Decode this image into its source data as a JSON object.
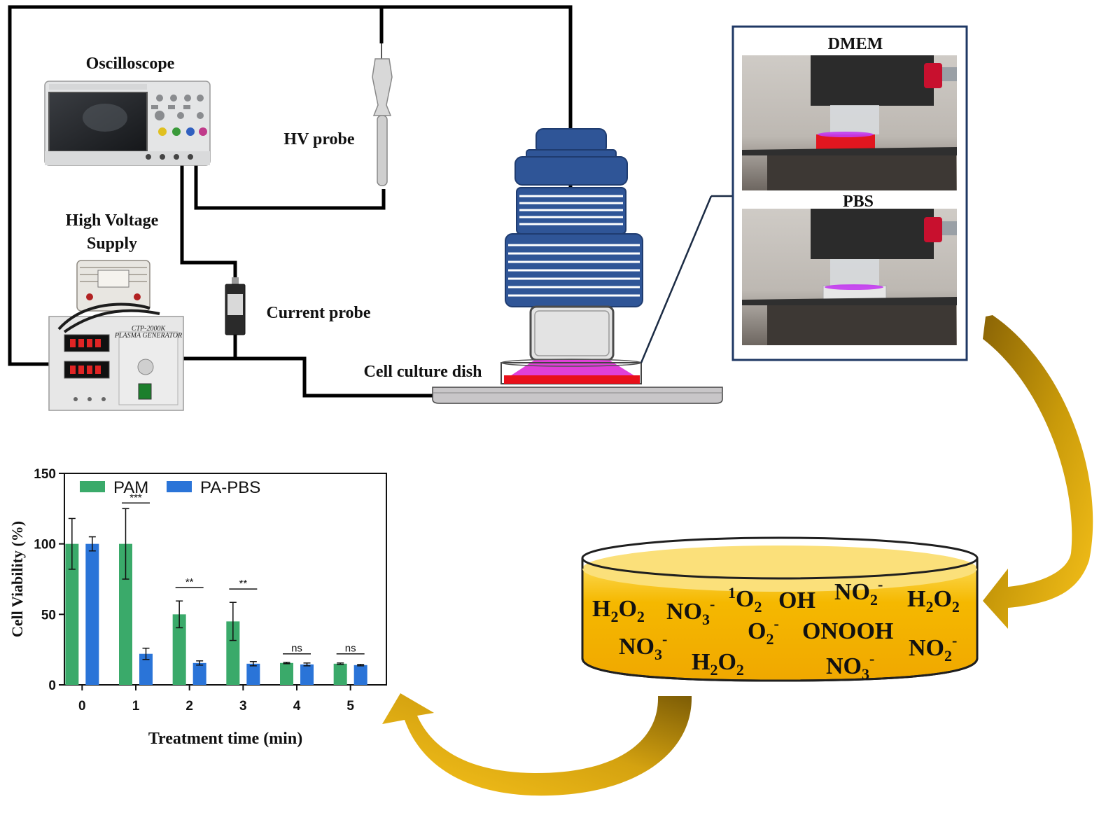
{
  "labels": {
    "oscilloscope": "Oscilloscope",
    "hv_probe": "HV probe",
    "hv_supply_line1": "High Voltage",
    "hv_supply_line2": "Supply",
    "current_probe": "Current probe",
    "cell_culture_dish": "Cell culture dish",
    "photo_top": "DMEM",
    "photo_bottom": "PBS",
    "generator_model": "CTP-2000K",
    "generator_name": "PLASMA GENERATOR"
  },
  "species": [
    {
      "base": "H",
      "sub1": "2",
      "mid": "O",
      "sub2": "2",
      "sup": ""
    },
    {
      "base": "NO",
      "sub1": "3",
      "mid": "",
      "sub2": "",
      "sup": "-"
    },
    {
      "pre": "1",
      "base": "O",
      "sub1": "2",
      "mid": "",
      "sub2": "",
      "sup": ""
    },
    {
      "base": "OH",
      "sub1": "",
      "mid": "",
      "sub2": "",
      "sup": ""
    },
    {
      "base": "NO",
      "sub1": "2",
      "mid": "",
      "sub2": "",
      "sup": "-"
    },
    {
      "base": "H",
      "sub1": "2",
      "mid": "O",
      "sub2": "2",
      "sup": ""
    },
    {
      "base": "NO",
      "sub1": "3",
      "mid": "",
      "sub2": "",
      "sup": "-"
    },
    {
      "base": "O",
      "sub1": "2",
      "mid": "",
      "sub2": "",
      "sup": "-"
    },
    {
      "base": "ONOOH",
      "sub1": "",
      "mid": "",
      "sub2": "",
      "sup": ""
    },
    {
      "base": "NO",
      "sub1": "2",
      "mid": "",
      "sub2": "",
      "sup": "-"
    },
    {
      "base": "H",
      "sub1": "2",
      "mid": "O",
      "sub2": "2",
      "sup": ""
    },
    {
      "base": "NO",
      "sub1": "3",
      "mid": "",
      "sub2": "",
      "sup": "-"
    }
  ],
  "colors": {
    "pam": "#3aaa6a",
    "papbs": "#2a74d8",
    "nozzle": "#2f5597",
    "liquid": "#f5b800",
    "arrow": "#f2b90f",
    "arrow_dark": "#7a5a05",
    "plasma": "#e040d8",
    "medium": "#e8101a"
  },
  "chart_data": {
    "type": "bar",
    "xlabel": "Treatment time (min)",
    "ylabel": "Cell Viability (%)",
    "ylim": [
      0,
      150
    ],
    "yticks": [
      0,
      50,
      100,
      150
    ],
    "categories": [
      "0",
      "1",
      "2",
      "3",
      "4",
      "5"
    ],
    "legend_position": "top-left",
    "series": [
      {
        "name": "PAM",
        "values": [
          100,
          100,
          50,
          45,
          15.5,
          15
        ],
        "errors": [
          18,
          25,
          9.5,
          13.5,
          0.5,
          0.5
        ]
      },
      {
        "name": "PA-PBS",
        "values": [
          100,
          22,
          15.5,
          15,
          14.5,
          14
        ],
        "errors": [
          5,
          4,
          1.5,
          1.5,
          1,
          0.5
        ]
      }
    ],
    "significance": [
      {
        "category": "1",
        "label": "***",
        "y": 129
      },
      {
        "category": "2",
        "label": "**",
        "y": 69
      },
      {
        "category": "3",
        "label": "**",
        "y": 68
      },
      {
        "category": "4",
        "label": "ns",
        "y": 22
      },
      {
        "category": "5",
        "label": "ns",
        "y": 22
      }
    ]
  }
}
